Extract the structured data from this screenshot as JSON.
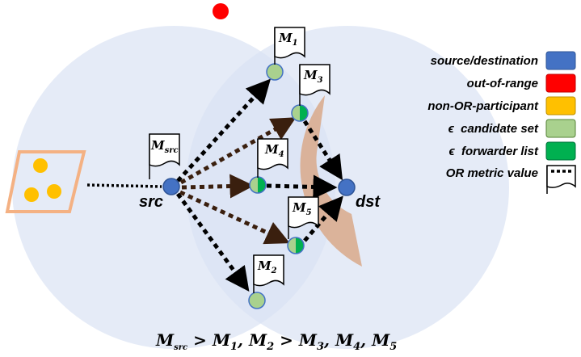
{
  "nodes": {
    "src_label": "src",
    "dst_label": "dst"
  },
  "flags": {
    "m_src": {
      "base": "M",
      "sub": "src"
    },
    "m1": {
      "base": "M",
      "sub": "1"
    },
    "m2": {
      "base": "M",
      "sub": "2"
    },
    "m3": {
      "base": "M",
      "sub": "3"
    },
    "m4": {
      "base": "M",
      "sub": "4"
    },
    "m5": {
      "base": "M",
      "sub": "5"
    }
  },
  "legend": {
    "items": [
      {
        "label": "source/destination",
        "color": "#4472c4"
      },
      {
        "label": "out-of-range",
        "color": "#ff0000"
      },
      {
        "label": "non-OR-participant",
        "color": "#ffc000"
      },
      {
        "label": "ϵ  candidate set",
        "color": "#a9d18e"
      },
      {
        "label": "ϵ  forwarder list",
        "color": "#00b050"
      },
      {
        "label": "OR metric value",
        "color": ""
      }
    ]
  },
  "formula": {
    "m_src_base": "M",
    "m_src_sub": "src",
    "gt1": " > ",
    "m1_base": "M",
    "m1_sub": "1",
    "comma1": ", ",
    "m2_base": "M",
    "m2_sub": "2",
    "gt2": " > ",
    "m3_base": "M",
    "m3_sub": "3",
    "comma2": ", ",
    "m4_base": "M",
    "m4_sub": "4",
    "comma3": ", ",
    "m5_base": "M",
    "m5_sub": "5"
  },
  "colors": {
    "range_circle": "#dae3f3",
    "arc_band": "#d9a98a",
    "source_dest": "#4472c4",
    "out_of_range": "#ff0000",
    "non_or": "#ffc000",
    "candidate": "#a9d18e",
    "forwarder": "#00b050",
    "trapezoid_border": "#f4b183"
  }
}
